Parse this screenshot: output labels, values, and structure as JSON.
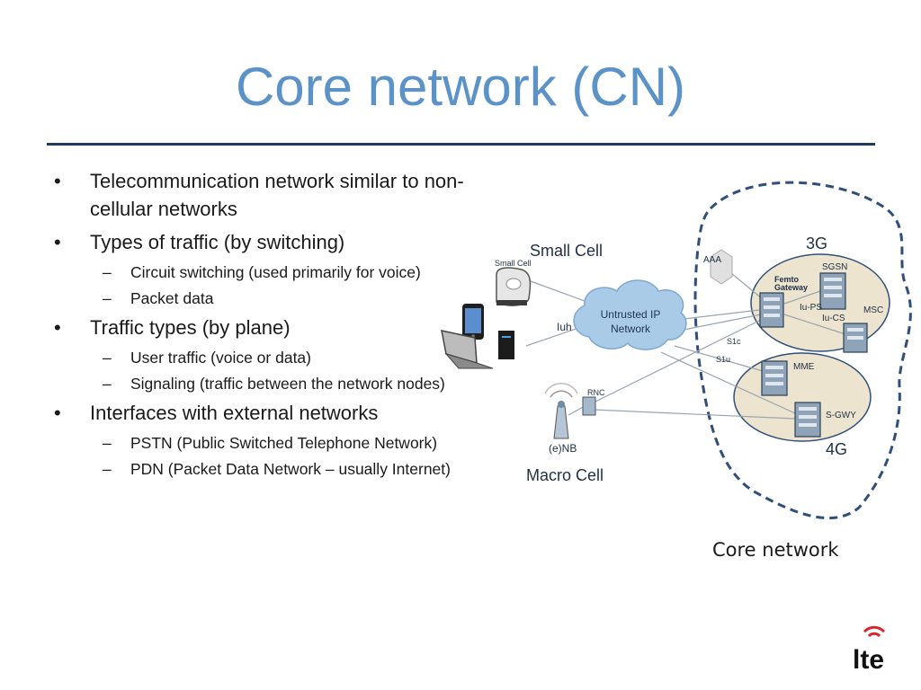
{
  "slide": {
    "title": "Core network (CN)",
    "bullet_1": "Telecommunication network similar to non-cellular networks",
    "bullet_2": "Types of traffic (by switching)",
    "bullet_2_sub_1": "Circuit switching (used primarily for voice)",
    "bullet_2_sub_2": "Packet data",
    "bullet_3": "Traffic types (by plane)",
    "bullet_3_sub_1": "User traffic (voice or data)",
    "bullet_3_sub_2": "Signaling (traffic between the network nodes)",
    "bullet_4": "Interfaces with external networks",
    "bullet_4_sub_1": "PSTN (Public Switched Telephone Network)",
    "bullet_4_sub_2": "PDN (Packet Data Network – usually Internet)",
    "bullet_marker": "•",
    "dash_marker": "–"
  },
  "diagram": {
    "small_cell": "Small Cell",
    "small_cell_device": "Small Cell",
    "macro_cell": "Macro Cell",
    "enb": "(e)NB",
    "rnc": "RNC",
    "iuh": "Iuh",
    "cloud_line1": "Untrusted IP",
    "cloud_line2": "Network",
    "aaa": "AAA",
    "label_3g": "3G",
    "label_4g": "4G",
    "femto_line1": "Femto",
    "femto_line2": "Gateway",
    "sgsn": "SGSN",
    "msc": "MSC",
    "iu_ps": "Iu-PS",
    "iu_cs": "Iu-CS",
    "s1c": "S1c",
    "s1u": "S1u",
    "mme": "MME",
    "sgwy": "S-GWY",
    "core_network": "Core network"
  },
  "logo": {
    "text": "lte",
    "color": "#d9262c"
  },
  "colors": {
    "title": "#5b93c9",
    "rule": "#1f3a5f",
    "core_boundary": "#2f4f7a",
    "cloud": "#a9cbe8",
    "zone_fill": "#ece4cf"
  }
}
